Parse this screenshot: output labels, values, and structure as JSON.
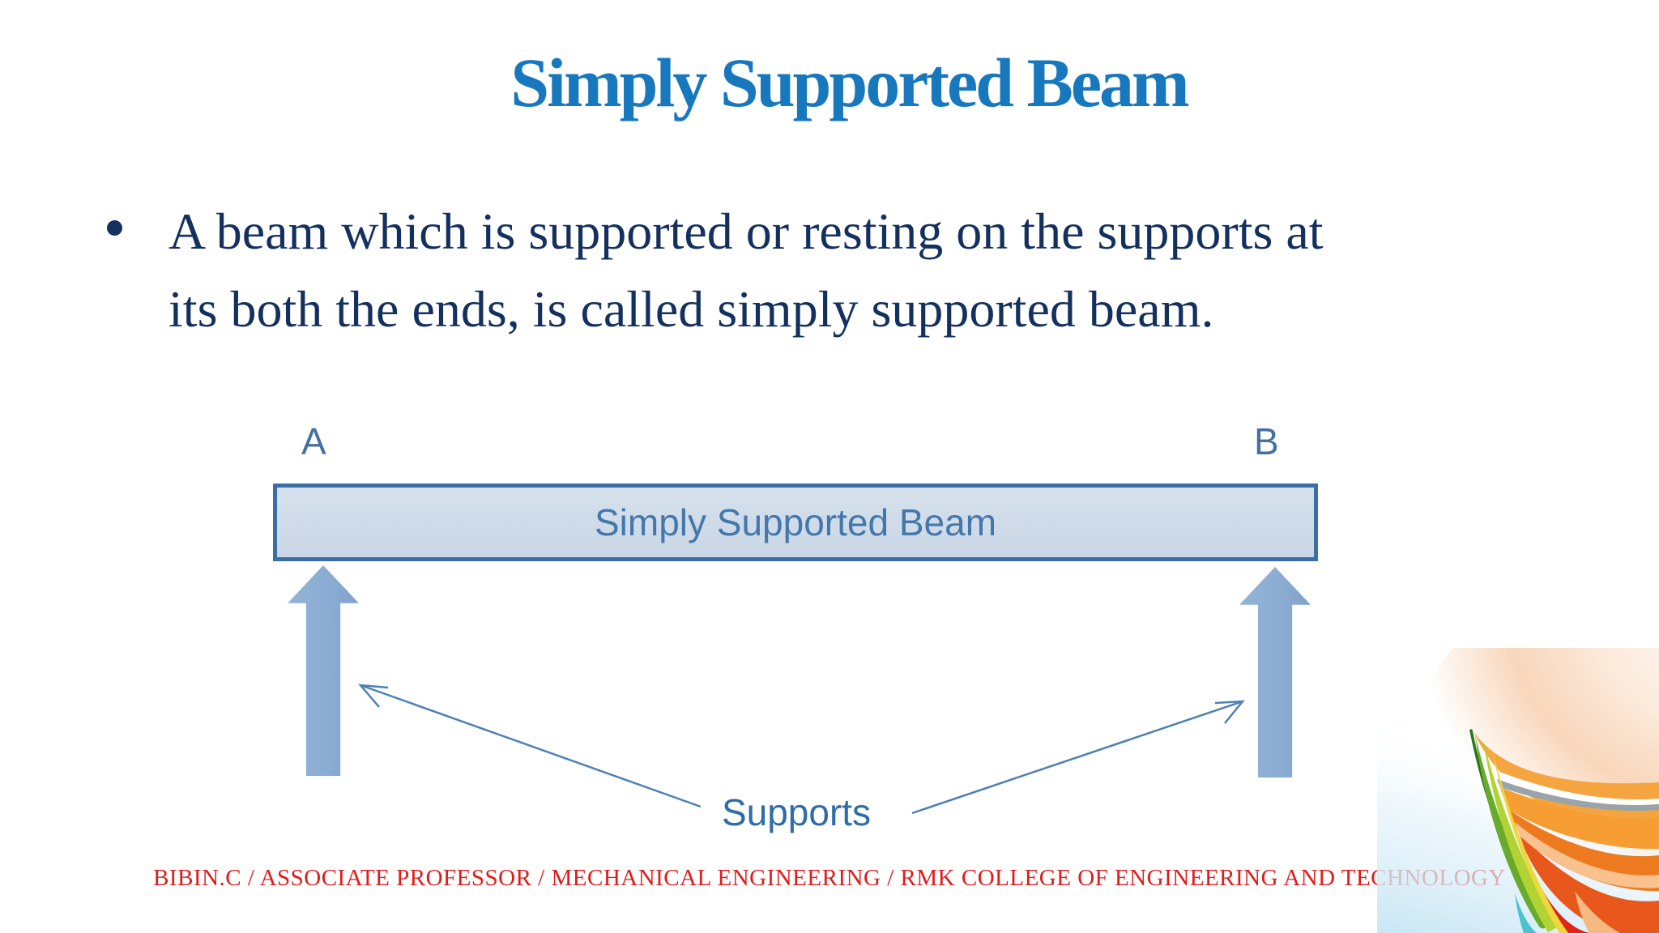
{
  "slide": {
    "title": "Simply Supported Beam",
    "bullet": {
      "lines": [
        "A beam which is supported or resting on the supports at",
        "its both the ends, is called simply supported beam."
      ]
    },
    "footer": "BIBIN.C / ASSOCIATE PROFESSOR / MECHANICAL ENGINEERING / RMK COLLEGE OF ENGINEERING AND TECHNOLOGY"
  },
  "diagram": {
    "label_a": "A",
    "label_b": "B",
    "beam_label": "Simply Supported Beam",
    "supports_label": "Supports"
  },
  "colors": {
    "title_blue": "#1878BE",
    "body_navy": "#14305E",
    "footer_red": "#E11B1B",
    "beam_fill": "#CFDBE9",
    "beam_border": "#3A6EA5",
    "support_arrow_fill": "#8CADD3",
    "diagram_label_blue": "#44719F",
    "pointer_arrow_blue": "#4E80B4"
  }
}
